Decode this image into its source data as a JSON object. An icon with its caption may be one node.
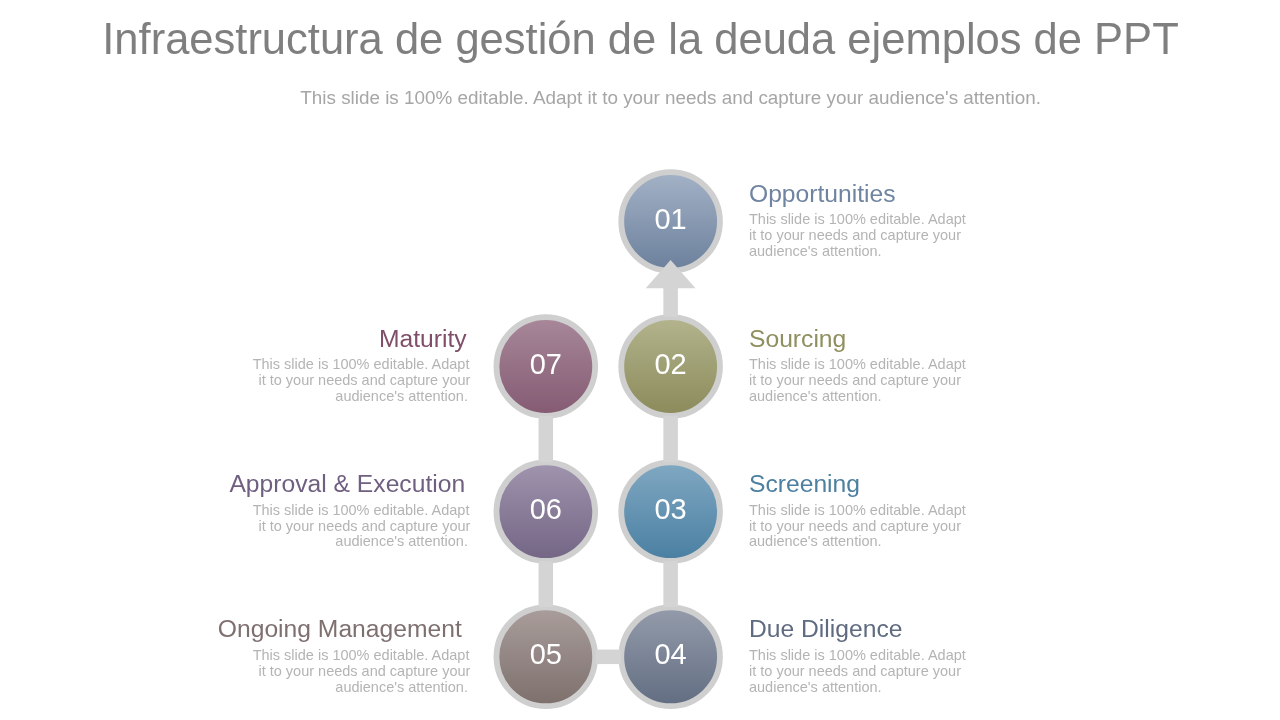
{
  "diagram": {
    "title": "Infraestructura de gestión de la deuda ejemplos de PPT",
    "nodes": [
      {
        "text": [
          "01"
        ],
        "beside": [
          "Opportunities",
          "This slide is 100% editable. Adapt it to your needs and capture your audience's attention."
        ]
      },
      {
        "text": [
          "02"
        ],
        "beside": [
          "Sourcing",
          "This slide is 100% editable. Adapt it to your needs and capture your audience's attention."
        ]
      },
      {
        "text": [
          "03"
        ],
        "beside": [
          "Screening",
          "This slide is 100% editable. Adapt it to your needs and capture your audience's attention."
        ]
      },
      {
        "text": [
          "04"
        ],
        "beside": [
          "Due Diligence",
          "This slide is 100% editable. Adapt it to your needs and capture your audience's attention."
        ]
      },
      {
        "text": [
          "05"
        ],
        "beside": [
          "Ongoing Management",
          "This slide is 100% editable. Adapt it to your needs and capture your audience's attention."
        ]
      },
      {
        "text": [
          "06"
        ],
        "beside": [
          "Approval & Execution",
          "This slide is 100% editable. Adapt it to your needs and capture your audience's attention."
        ]
      },
      {
        "text": [
          "07"
        ],
        "beside": [
          "Maturity",
          "This slide is 100% editable. Adapt it to your needs and capture your audience's attention."
        ]
      }
    ],
    "edges": [
      {
        "from": 6,
        "to": 5,
        "arrow": "none"
      },
      {
        "from": 5,
        "to": 4,
        "arrow": "none"
      },
      {
        "from": 4,
        "to": 3,
        "arrow": "none"
      },
      {
        "from": 3,
        "to": 2,
        "arrow": "none"
      },
      {
        "from": 2,
        "to": 1,
        "arrow": "none"
      },
      {
        "from": 1,
        "to": 0,
        "arrow": "to"
      }
    ],
    "labels": [
      "This slide is 100% editable. Adapt it to your needs and capture your audience's attention."
    ]
  }
}
